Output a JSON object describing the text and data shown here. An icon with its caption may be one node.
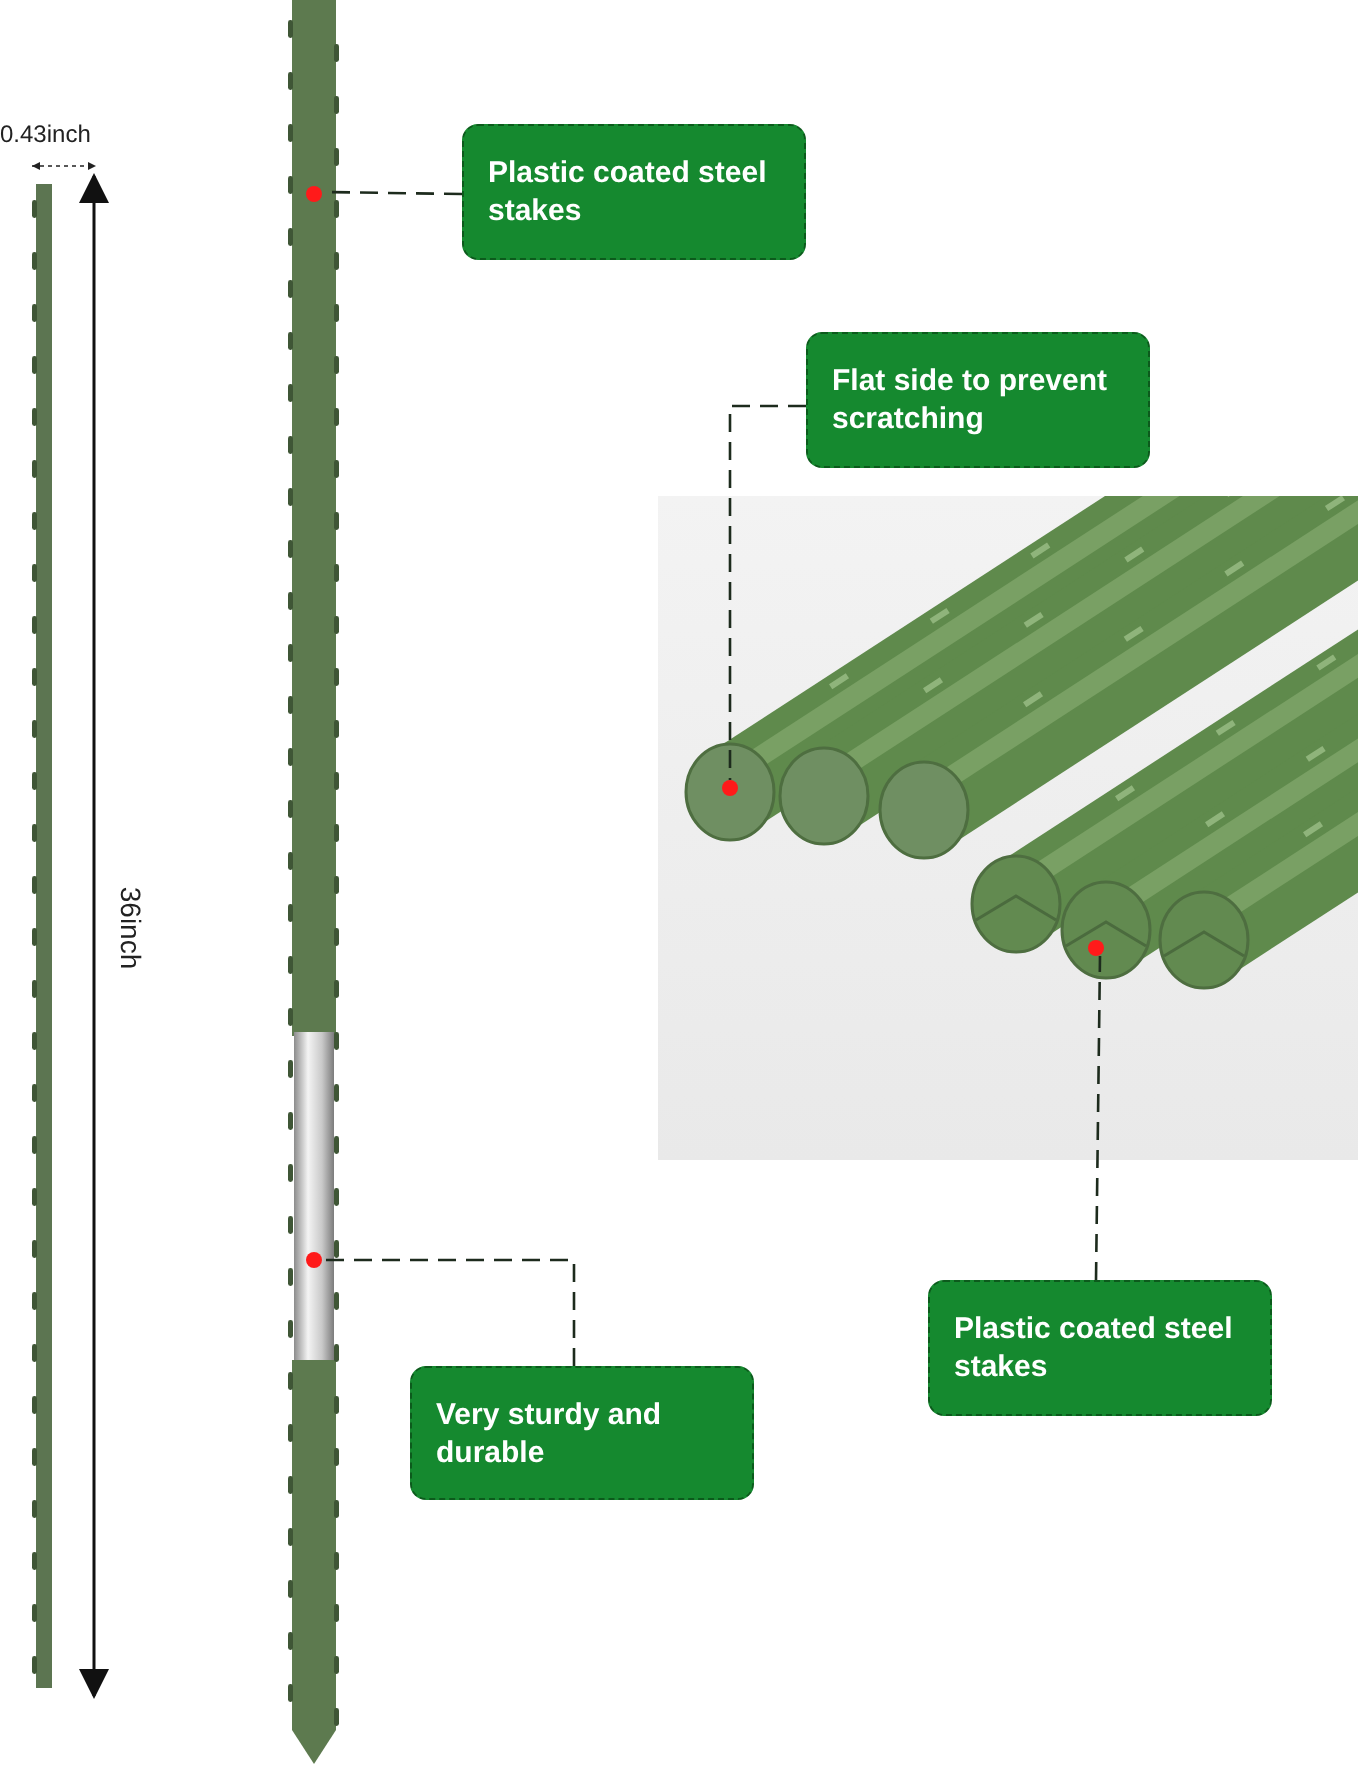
{
  "diagram": {
    "nodes": [
      {
        "text": [
          "Plastic coated steel stakes"
        ]
      },
      {
        "text": [],
        "shape": "circle"
      },
      {
        "text": [
          "Flat side to prevent scratching"
        ]
      },
      {
        "text": [],
        "shape": "circle"
      },
      {
        "text": [
          "Plastic coated steel stakes"
        ]
      },
      {
        "text": [],
        "shape": "circle"
      },
      {
        "text": [
          "Very sturdy and durable"
        ]
      },
      {
        "text": [],
        "shape": "circle"
      }
    ],
    "edges": [
      {
        "from": 0,
        "to": 1,
        "arrow": "none",
        "style": "dashed"
      },
      {
        "from": 2,
        "to": 3,
        "arrow": "none",
        "style": "dashed"
      },
      {
        "from": 4,
        "to": 5,
        "arrow": "none",
        "style": "dashed"
      },
      {
        "from": 6,
        "to": 7,
        "arrow": "none",
        "style": "dashed"
      }
    ],
    "labels": [
      "0.43inch",
      "36inch"
    ]
  }
}
